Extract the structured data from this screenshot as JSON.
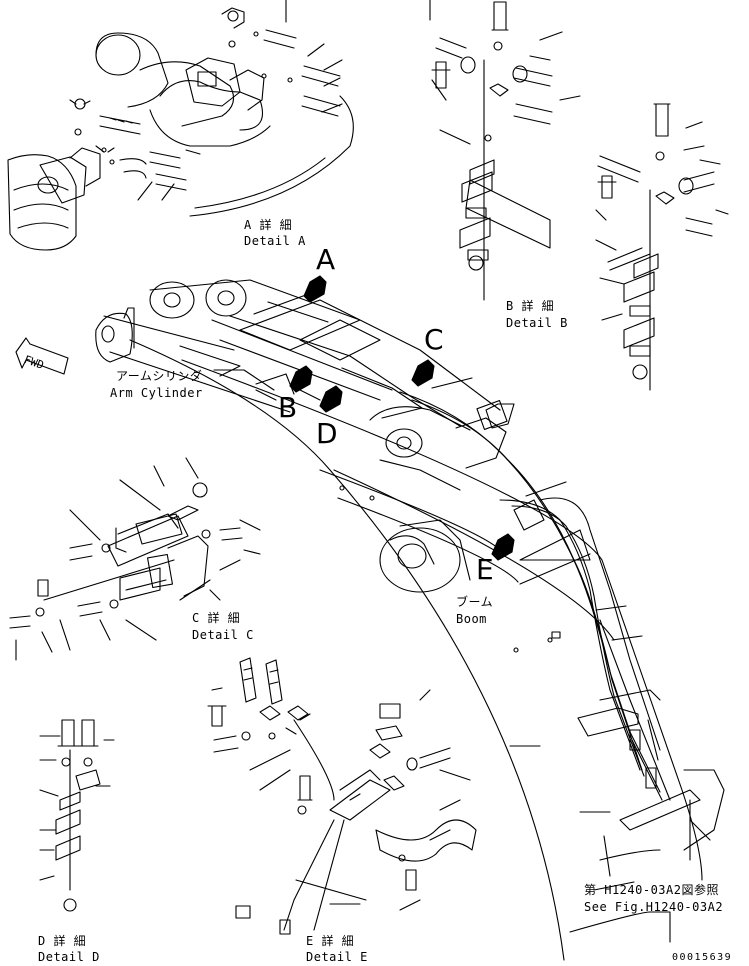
{
  "labels": {
    "detail_a_jp": "A 詳 細",
    "detail_a_en": "Detail A",
    "detail_b_jp": "B 詳 細",
    "detail_b_en": "Detail B",
    "detail_c_jp": "C 詳 細",
    "detail_c_en": "Detail C",
    "detail_d_jp": "D 詳 細",
    "detail_d_en": "Detail D",
    "detail_e_jp": "E 詳 細",
    "detail_e_en": "Detail E",
    "arm_cylinder_jp": "アームシリンダ",
    "arm_cylinder_en": "Arm Cylinder",
    "boom_jp": "ブーム",
    "boom_en": "Boom",
    "see_fig_jp": "第 H1240-03A2図参照",
    "see_fig_en": "See Fig.H1240-03A2",
    "fwd": "FWD",
    "drawing_code": "00015639"
  },
  "callouts": {
    "a": "A",
    "b": "B",
    "c": "C",
    "d": "D",
    "e": "E"
  }
}
